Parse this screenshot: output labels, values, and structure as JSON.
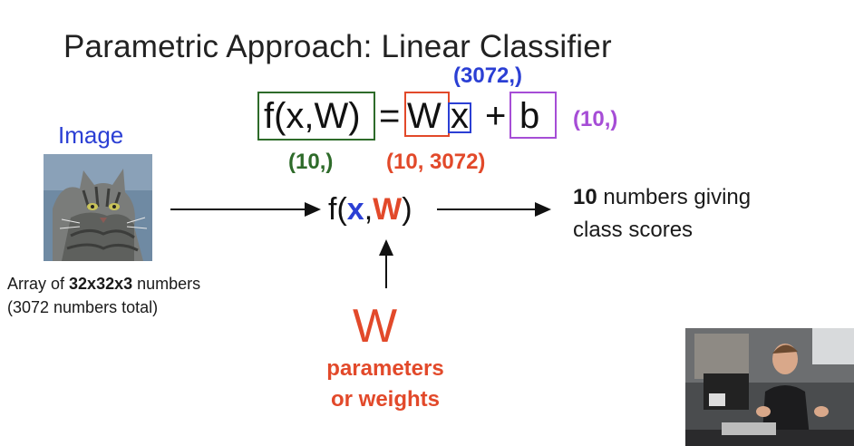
{
  "title": "Parametric Approach: Linear Classifier",
  "equation": {
    "lhs": "f(x,W)",
    "equals": "=",
    "W": "W",
    "x": "x",
    "plus": "+",
    "b": "b",
    "shape_x": "(3072,)",
    "shape_b": "(10,)",
    "shape_f": "(10,)",
    "shape_W": "(10, 3072)"
  },
  "image_label": "Image",
  "image_caption": {
    "prefix": "Array of ",
    "bold": "32x32x3",
    "suffix": " numbers",
    "line2": "(3072 numbers total)"
  },
  "center_function": {
    "f_open": "f(",
    "x": "x",
    "comma": ",",
    "W": "W",
    "close": ")"
  },
  "output": {
    "bold": "10",
    "rest": " numbers giving",
    "line2": "class scores"
  },
  "weights": {
    "symbol": "W",
    "line1": "parameters",
    "line2": "or weights"
  },
  "colors": {
    "green": "#2e6b2a",
    "orange": "#e2492a",
    "blue": "#2b3fd4",
    "purple": "#a64dd6",
    "text": "#1a1a1a"
  }
}
